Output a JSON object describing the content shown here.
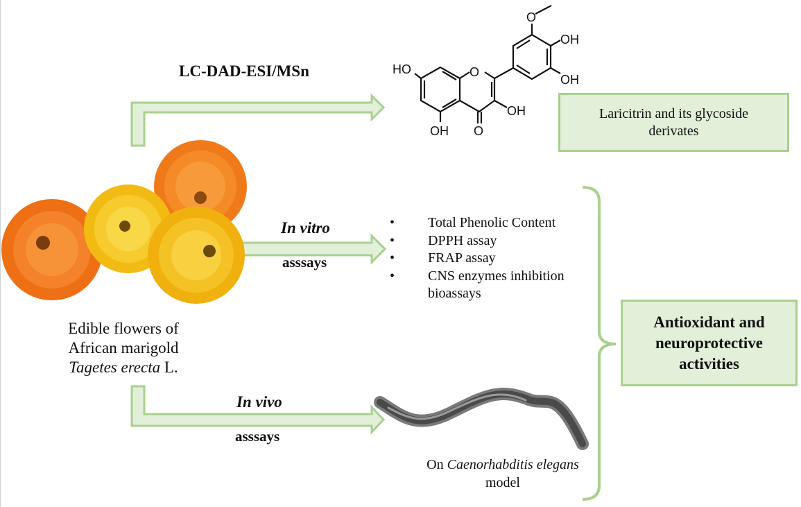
{
  "top_label": "LC-DAD-ESI/MSn",
  "molecule": {
    "substituents": {
      "ho_left": "HO",
      "ring_o": "O",
      "methoxy_o": "O",
      "oh_top": "OH",
      "oh_right": "OH",
      "oh_3": "OH",
      "oh_5": "OH",
      "carbonyl_o": "O"
    }
  },
  "laricitrin_box": {
    "line1": "Laricitrin and its glycoside",
    "line2": "derivates"
  },
  "in_vitro": {
    "italic": "In vitro",
    "assays": "asssays"
  },
  "assay_list": {
    "items": [
      "Total Phenolic Content",
      "DPPH assay",
      "FRAP assay",
      "CNS enzymes inhibition"
    ],
    "continuation": "bioassays",
    "bullet": "•"
  },
  "flower_caption": {
    "line1": "Edible flowers of",
    "line2": "African marigold",
    "species": "Tagetes erecta",
    "author": " L."
  },
  "in_vivo": {
    "italic": "In vivo",
    "assays": "asssays"
  },
  "worm_caption": {
    "prefix": "On ",
    "species": "Caenorhabditis elegans",
    "line2": "model"
  },
  "result_box": {
    "line1": "Antioxidant and",
    "line2": "neuroprotective",
    "line3": "activities"
  },
  "colors": {
    "arrow_fill": "#e2efd9",
    "arrow_stroke": "#a9d08e",
    "box_fill": "#e2efd9",
    "box_border": "#a9d08e",
    "orange_flower": "#f07a1a",
    "yellow_flower": "#f5c21b",
    "worm": "#555555"
  }
}
